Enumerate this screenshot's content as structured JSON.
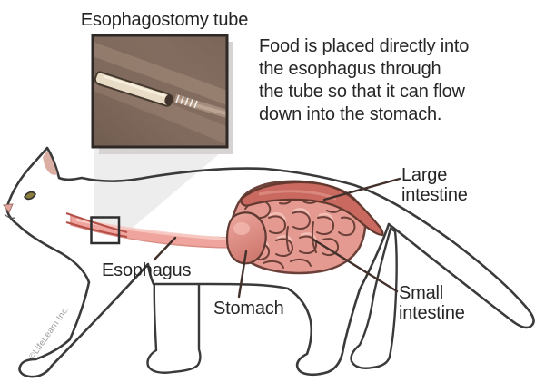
{
  "inset": {
    "title": "Esophagostomy tube"
  },
  "description": {
    "lines": [
      "Food is placed directly into",
      "the esophagus through",
      "the tube so that it can flow",
      "down into the stomach."
    ]
  },
  "labels": {
    "esophagus": "Esophagus",
    "stomach": "Stomach",
    "large_intestine": "Large intestine",
    "small_intestine": "Small intestine"
  },
  "credit": "©LifeLearn Inc.",
  "colors": {
    "outline": "#3a3a3a",
    "organ_pink": "#e59a91",
    "organ_line": "#6b4038",
    "large_intestine_red": "#c9695f",
    "esophagus_pink": "#efa59d",
    "inset_brown": "#8d7668",
    "pointer_brown": "#42302a",
    "projection_gray": "#e9e7e6"
  }
}
